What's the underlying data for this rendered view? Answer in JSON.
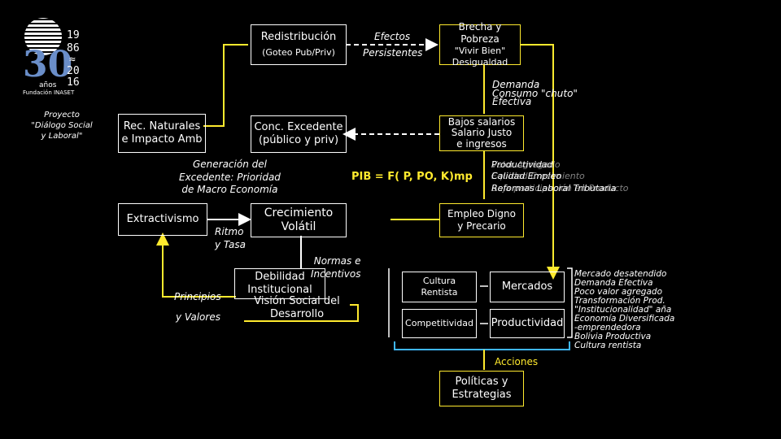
{
  "logo": {
    "years": [
      "19",
      "86",
      "≈",
      "20",
      "16"
    ],
    "big_number": "30",
    "years_word": "años",
    "foundation": "Fundación INASET"
  },
  "proyecto": "Proyecto\n\"Diálogo Social\ny Laboral\"",
  "nodes": {
    "redistribucion": "Redistribución",
    "goteo": "(Goteo Pub/Priv)",
    "efectos": "Efectos",
    "persistentes": "Persistentes",
    "pobreza": "Brecha y Pobreza",
    "desigualdad": "\"Vivir Bien\" Desigualdad",
    "demanda": "Demanda",
    "consumo": "Consumo \"chuto\"",
    "efectiva": "Efectiva",
    "rec_naturales": "Rec. Naturales\ne Impacto Amb",
    "conc_excedente": "Conc. Excedente\n(público y priv)",
    "bajos_salarios": "Bajos salarios\nSalario Justo\ne ingresos",
    "generacion": "Generación del\nExcedente: Prioridad\nde Macro Economía",
    "pib": "PIB = F( P, PO, K)mp",
    "pib_right": "Productividad\nCalidad Empleo\nReformas Laboral Tributaria",
    "pib_right2": "Valor Agregado\nEquidad Crecimiento\nBaja participación en Producto",
    "extractivismo": "Extractivismo",
    "crecimiento": "Crecimiento\nVolátil",
    "ritmo": "Ritmo\ny Tasa",
    "empleo": "Empleo Digno\ny Precario",
    "normas": "Normas e\nIncentivos",
    "debilidad": "Debilidad\nInstitucional",
    "vision": "Visión Social del\nDesarrollo",
    "principios": "Principios",
    "valores": "y Valores",
    "cultura": "Cultura\nRentista",
    "mercados": "Mercados",
    "competitividad": "Competitividad",
    "productividad": "Productividad",
    "acciones": "Acciones",
    "politicas": "Políticas y\nEstrategias",
    "right_col": "Mercado desatendido\nDemanda Efectiva\nPoco valor agregado\nTransformación Prod.\n\"Institucionalidad\" aña\nEconomía Diversificada\n-emprendedora\nBolivia Productiva\nCultura rentista"
  },
  "colors": {
    "line": "#ffea2e",
    "white": "#ffffff",
    "bg": "#000000"
  }
}
